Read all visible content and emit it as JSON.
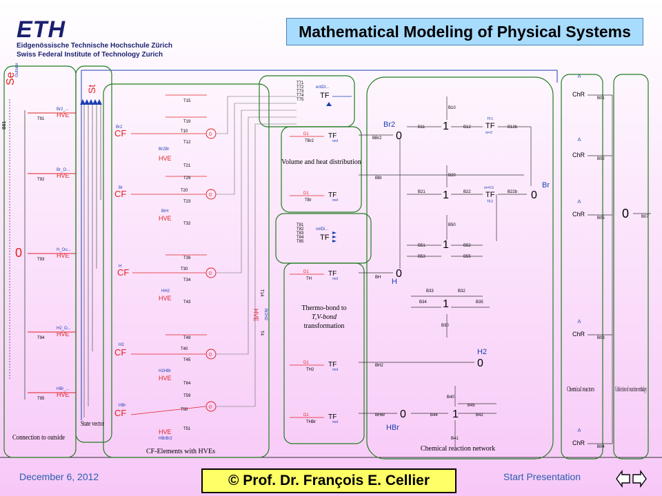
{
  "header": {
    "logo_mark": "ETH",
    "logo_line1": "Eidgenössische Technische Hochschule Zürich",
    "logo_line2": "Swiss Federal Institute of Technology Zurich",
    "title": "Mathematical Modeling of Physical Systems"
  },
  "diagram": {
    "group_labels": {
      "outside": "Connection to outside",
      "state": "State vector",
      "cf": "CF-Elements with HVEs",
      "volume": "Volume and heat distribution",
      "thermo1": "Thermo-bond to",
      "thermo2": "T,V-bond",
      "thermo3": "transformation",
      "network": "Chemical reaction network",
      "reactors": "Chemical reactors",
      "collection": "Collection of reaction enthalpy"
    },
    "left": {
      "se": "Se",
      "se_sub": "Outside",
      "st": "St",
      "b81": "B81",
      "zero": "0",
      "hve_labels": [
        "Br2_...",
        "Br_O...",
        "H_Ou...",
        "H2_O...",
        "HBr_..."
      ],
      "t_labels": [
        "T91",
        "T92",
        "T93",
        "T94",
        "T95"
      ]
    },
    "cf": {
      "species": [
        "Br2",
        "Br",
        "H",
        "H2",
        "HBr"
      ],
      "hve_top": [
        "Br2Br",
        "BrH",
        "HH2",
        "H2HBr",
        "HBrBr2"
      ],
      "t_labels": [
        "T15",
        "T19",
        "T10",
        "T12",
        "T21",
        "T29",
        "T20",
        "T23",
        "T32",
        "T39",
        "T30",
        "T34",
        "T43",
        "T49",
        "T40",
        "T45",
        "T64",
        "T59",
        "T50",
        "T51"
      ],
      "side_labels": [
        "T14",
        "Br2H2",
        "T4"
      ]
    },
    "tf": {
      "top_labels": [
        "T71",
        "T72",
        "T73",
        "T74",
        "T75"
      ],
      "top_name": "entDI...",
      "mid_labels": [
        "T81",
        "T82",
        "T83",
        "T84",
        "T85"
      ],
      "mid_name": "volDi...",
      "small_tags": [
        "TBr2",
        "TBr",
        "TH",
        "TH2",
        "THBr"
      ]
    },
    "network": {
      "species": [
        "Br2",
        "Br",
        "H",
        "H2",
        "HBr"
      ],
      "b_left": [
        "BBr2",
        "BBr",
        "BH",
        "BH2",
        "BHBr"
      ],
      "tf_top": [
        "TF1",
        "m=2"
      ],
      "tf_mid": [
        "m=0.5",
        "TF2"
      ],
      "bonds": [
        "B10",
        "B11",
        "B12",
        "B12b",
        "B20",
        "B21",
        "B22",
        "B22b",
        "B50",
        "B51",
        "B52",
        "B53",
        "B55",
        "B33",
        "B32",
        "B34",
        "B35",
        "B30",
        "B40",
        "B44",
        "B45",
        "B42",
        "B41"
      ]
    },
    "reactors": {
      "label": "ChR",
      "bonds": [
        "B01",
        "B02",
        "B05",
        "B03",
        "B04"
      ],
      "out": "B07"
    },
    "common": {
      "tf": "TF",
      "hve": "HVE",
      "cf": "CF",
      "zero": "0",
      "one": "1",
      "mol": "mol",
      "d1": "D1"
    }
  },
  "footer": {
    "date": "December 6, 2012",
    "author": "© Prof. Dr. François E. Cellier",
    "start": "Start Presentation"
  },
  "colors": {
    "title_bg": "#a8dcff",
    "group_border": "#1e7d1e",
    "element_red": "#e02020",
    "element_blue": "#1a3fb0",
    "author_bg": "#ffff66",
    "footer_text": "#2a5db0"
  }
}
